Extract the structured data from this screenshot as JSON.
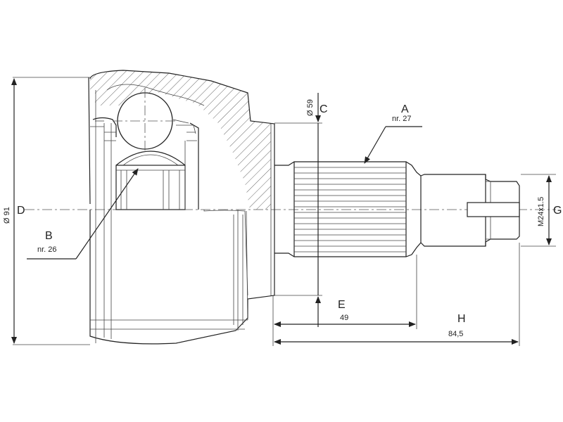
{
  "labels": {
    "A": "A",
    "A_note": "nr. 27",
    "B": "B",
    "B_note": "nr. 26",
    "C": "C",
    "C_dim": "Ø 59",
    "D": "D",
    "D_dim": "Ø 91",
    "E": "E",
    "E_dim": "49",
    "G": "G",
    "G_dim": "M24x1.5",
    "H": "H",
    "H_dim": "84,5"
  }
}
